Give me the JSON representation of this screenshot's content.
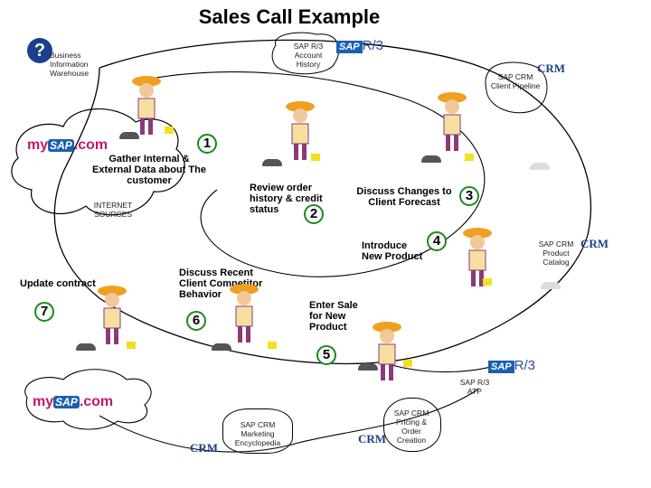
{
  "title": "Sales Call Example",
  "steps": {
    "s1": "Gather Internal & External Data about The customer",
    "s2": "Review order history & credit status",
    "s3": "Discuss Changes to Client Forecast",
    "s4": "Introduce New Product",
    "s5": "Enter Sale for New Product",
    "s6": "Discuss Recent Client Competitor Behavior",
    "s7": "Update contract"
  },
  "numbers": {
    "n1": "1",
    "n2": "2",
    "n3": "3",
    "n4": "4",
    "n5": "5",
    "n6": "6",
    "n7": "7"
  },
  "systems": {
    "bw": "Business Information Warehouse",
    "r3_history": "SAP R/3 Account History",
    "crm_pipeline": "SAP CRM Client Pipeline",
    "internet": "INTERNET SOURCES",
    "crm_catalog": "SAP CRM Product Catalog",
    "r3_atp": "SAP R/3 ATP",
    "crm_marketing": "SAP CRM Marketing Encyclopedia",
    "crm_pricing": "SAP CRM Pricing & Order Creation"
  },
  "logos": {
    "sap": "SAP",
    "r3": "R/3",
    "crm": "CRM",
    "mysap_my": "my",
    "mysap_sap": "SAP",
    "mysap_com": ".com"
  },
  "icons": [
    "bw-icon",
    "salesman-figure",
    "hat-icon",
    "phone-icon",
    "cloud-icon"
  ]
}
